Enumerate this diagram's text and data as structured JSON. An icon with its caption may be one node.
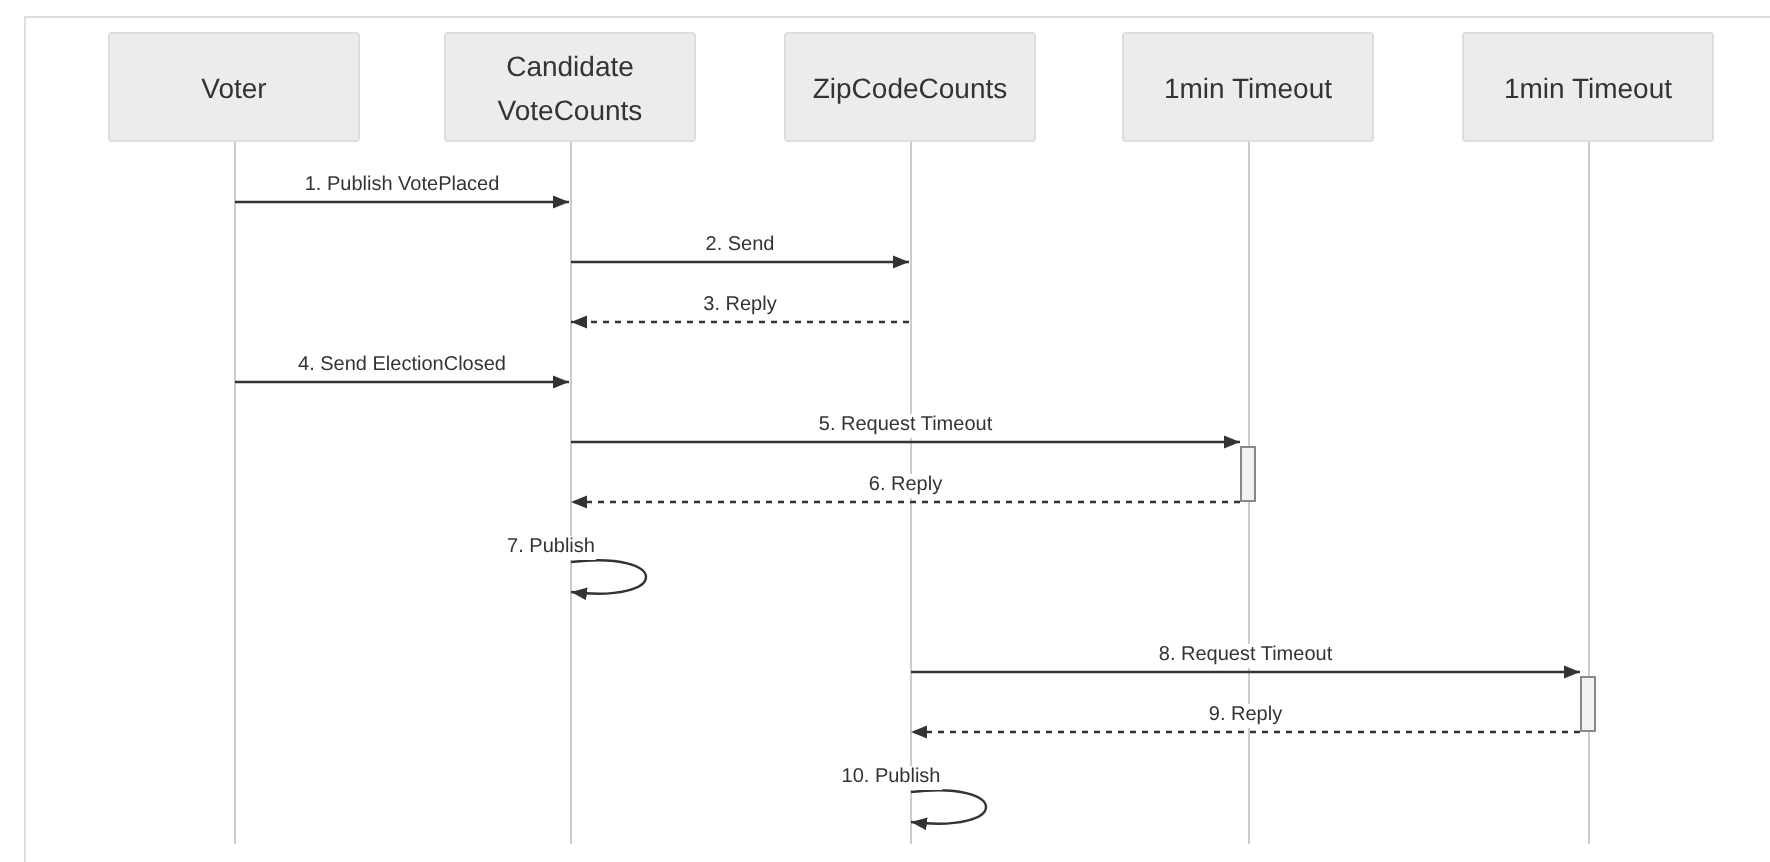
{
  "diagram": {
    "nodes": [
      {
        "text": [
          "Voter"
        ]
      },
      {
        "text": [
          "Candidate VoteCounts"
        ]
      },
      {
        "text": [
          "ZipCodeCounts"
        ]
      },
      {
        "text": [
          "1min Timeout"
        ]
      },
      {
        "text": [
          "1min Timeout"
        ]
      },
      {
        "text": [],
        "shape": "bar"
      },
      {
        "text": [],
        "shape": "bar"
      },
      {
        "text": [],
        "shape": "bar"
      },
      {
        "text": [],
        "shape": "bar"
      },
      {
        "text": [],
        "shape": "bar"
      },
      {
        "text": [],
        "shape": "bar"
      },
      {
        "text": [],
        "shape": "bar"
      }
    ],
    "edges": [
      {
        "from": 5,
        "to": 6,
        "arrow": "to",
        "label": "1. Publish VotePlaced"
      },
      {
        "from": 6,
        "to": 7,
        "arrow": "to",
        "label": "2. Send"
      },
      {
        "from": 7,
        "to": 6,
        "arrow": "to",
        "label": "3. Reply",
        "style": "dashed"
      },
      {
        "from": 5,
        "to": 6,
        "arrow": "to",
        "label": "4. Send ElectionClosed"
      },
      {
        "from": 6,
        "to": 10,
        "arrow": "to",
        "label": "5. Request Timeout"
      },
      {
        "from": 10,
        "to": 6,
        "arrow": "to",
        "label": "6. Reply",
        "style": "dashed"
      },
      {
        "from": 6,
        "to": 6,
        "arrow": "to",
        "label": "7. Publish"
      },
      {
        "from": 7,
        "to": 11,
        "arrow": "to",
        "label": "8. Request Timeout"
      },
      {
        "from": 11,
        "to": 7,
        "arrow": "to",
        "label": "9. Reply",
        "style": "dashed"
      },
      {
        "from": 7,
        "to": 7,
        "arrow": "to",
        "label": "10. Publish"
      }
    ]
  }
}
